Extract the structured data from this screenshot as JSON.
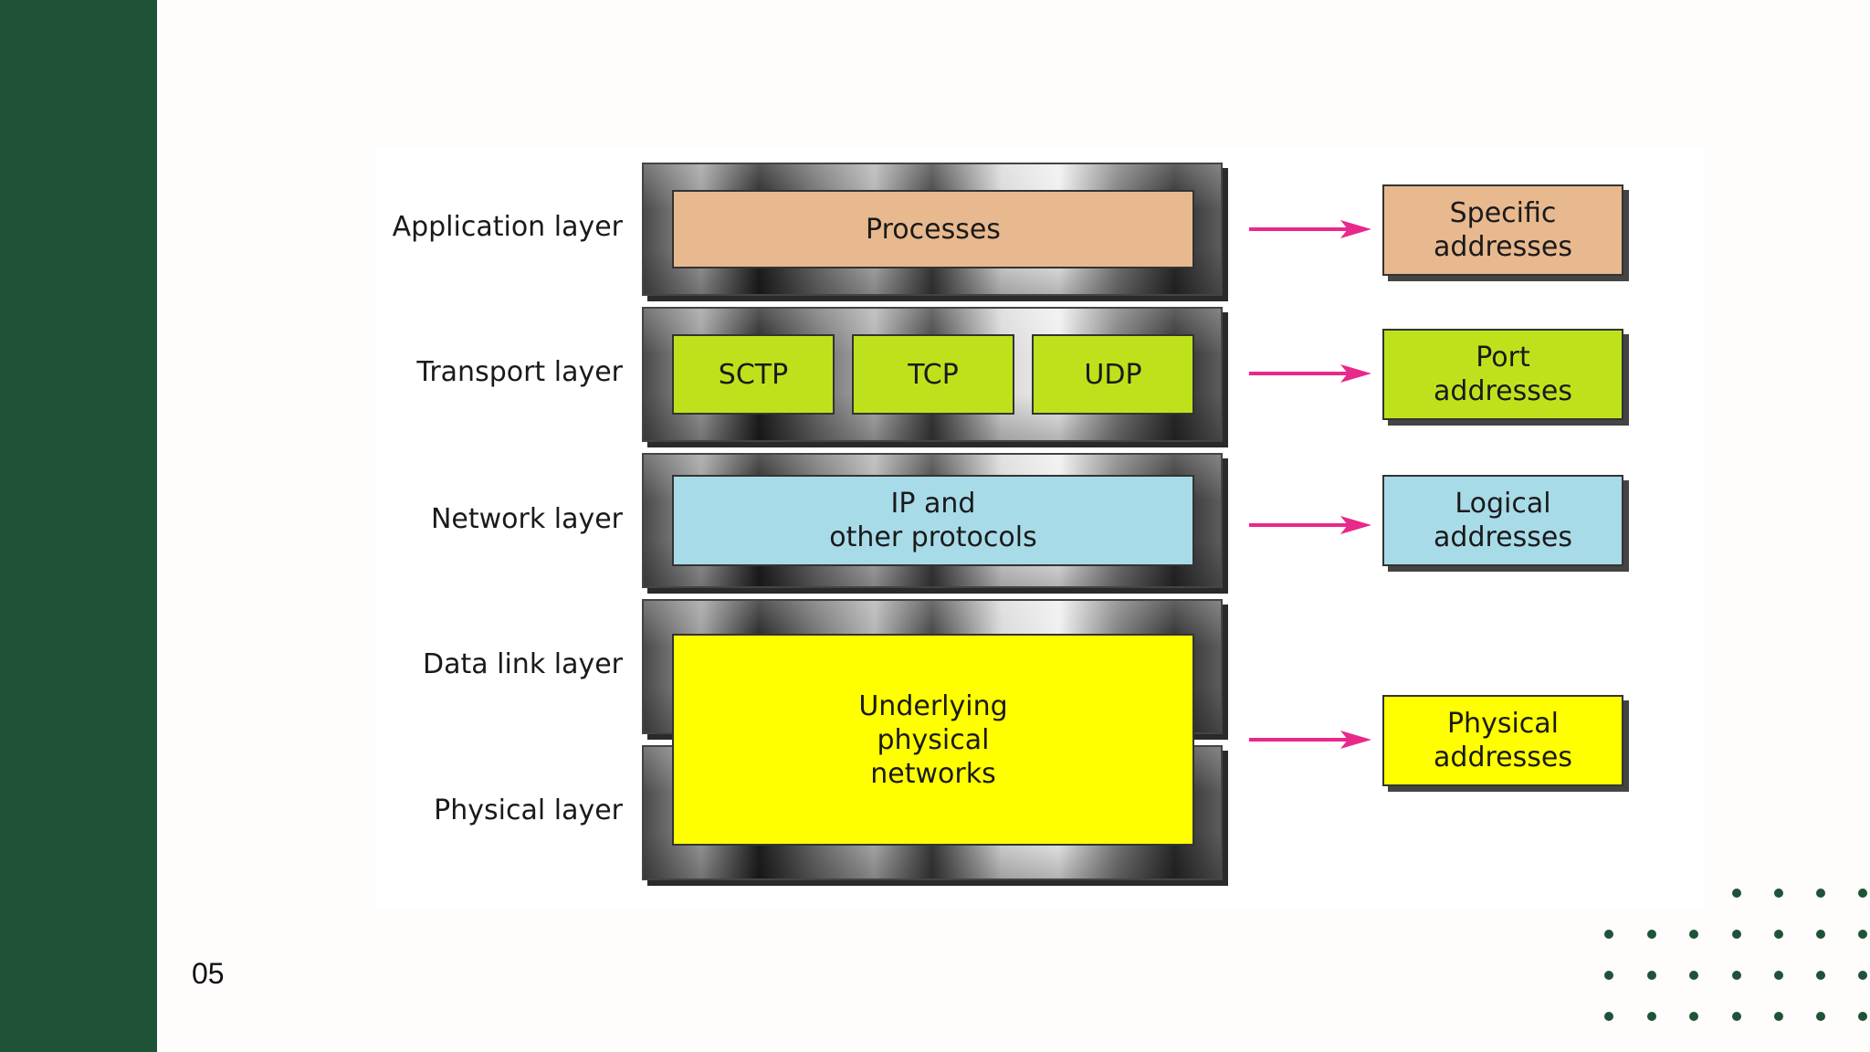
{
  "slide": {
    "page_number": "05"
  },
  "layers": [
    {
      "label": "Application layer"
    },
    {
      "label": "Transport layer"
    },
    {
      "label": "Network layer"
    },
    {
      "label": "Data link layer"
    },
    {
      "label": "Physical layer"
    }
  ],
  "protocols": {
    "application": "Processes",
    "transport": [
      "SCTP",
      "TCP",
      "UDP"
    ],
    "network": "IP and\nother protocols",
    "physical": "Underlying\nphysical\nnetworks"
  },
  "addresses": [
    {
      "label": "Specific\naddresses",
      "color": "#e8b88e"
    },
    {
      "label": "Port\naddresses",
      "color": "#bde21c"
    },
    {
      "label": "Logical\naddresses",
      "color": "#a8dbe8"
    },
    {
      "label": "Physical\naddresses",
      "color": "#ffff00"
    }
  ],
  "colors": {
    "sidebar": "#1e5338",
    "application": "#e8b88e",
    "transport": "#bde21c",
    "network": "#a8dbe8",
    "physical": "#ffff00",
    "arrow": "#e8288a",
    "dots": "#1e5338"
  }
}
